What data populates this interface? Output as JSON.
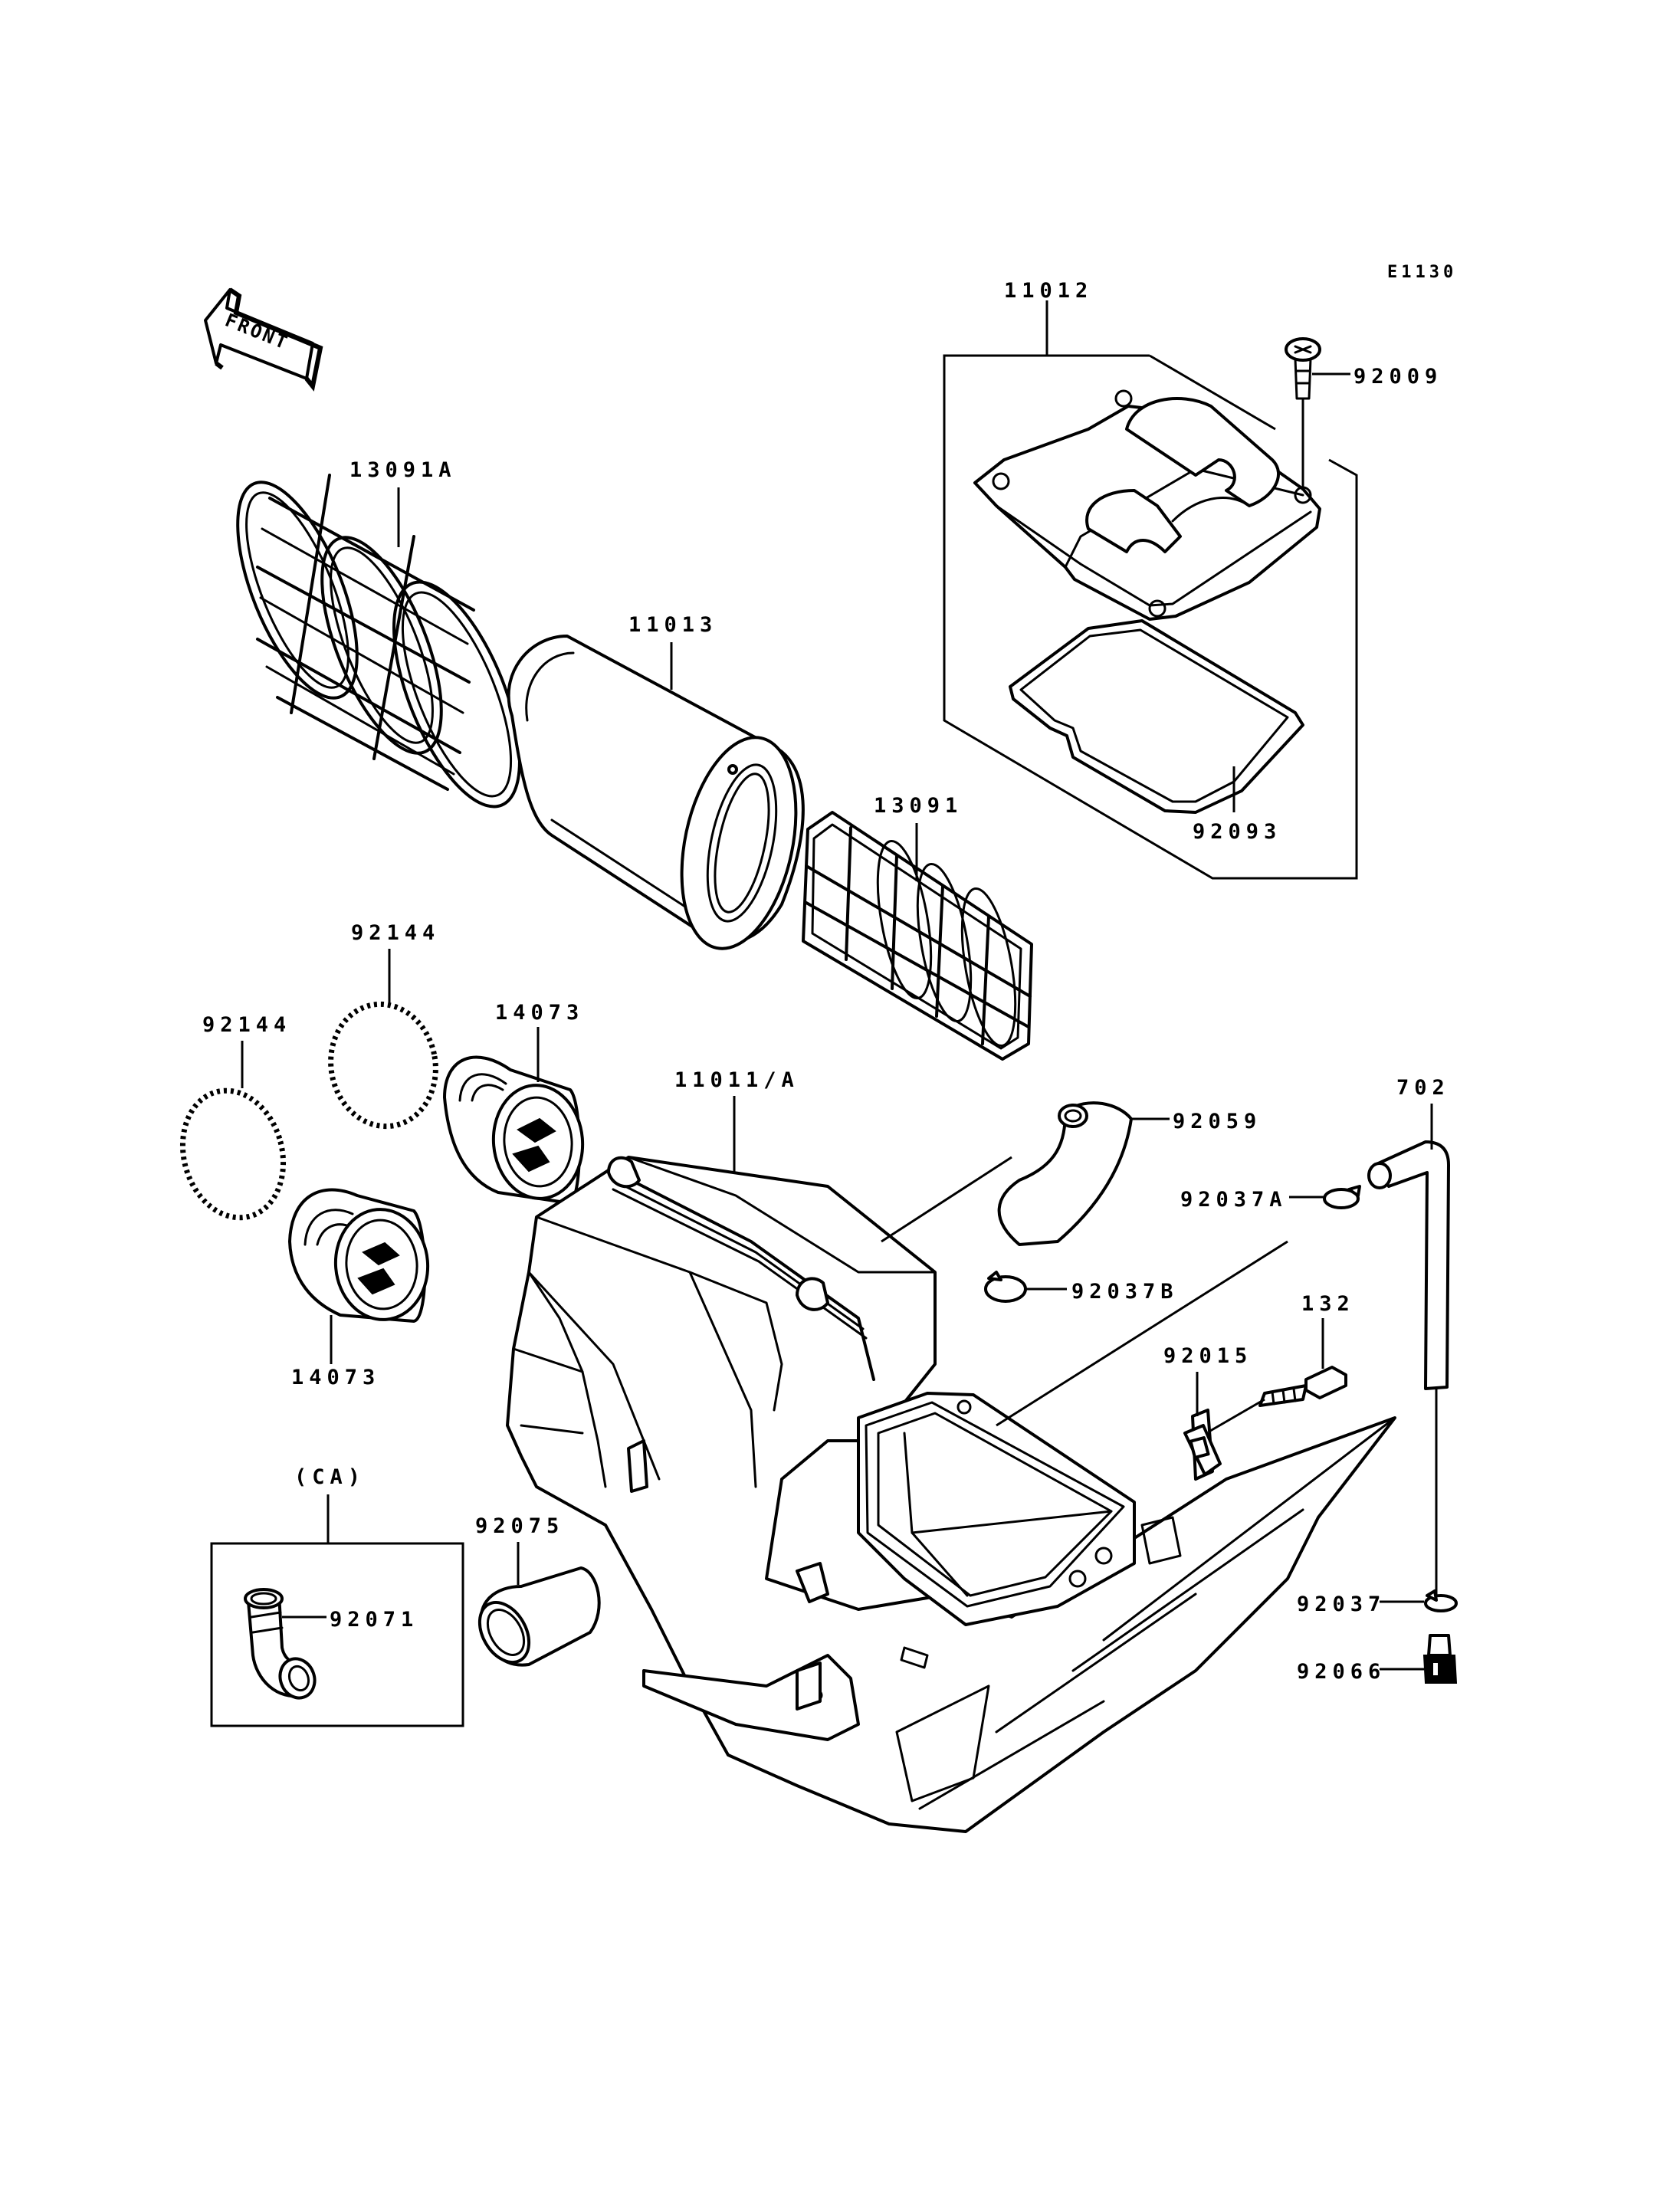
{
  "diagram_code": "E1130",
  "front_arrow_label": "FRONT",
  "callouts": {
    "p11012": "11012",
    "p92009": "92009",
    "p92093": "92093",
    "p13091A": "13091A",
    "p11013": "11013",
    "p13091": "13091",
    "p92144_upper": "92144",
    "p92144_left": "92144",
    "p14073_upper": "14073",
    "p14073_lower": "14073",
    "p11011A": "11011/A",
    "p92059": "92059",
    "p702": "702",
    "p92037A": "92037A",
    "p92037B": "92037B",
    "p132": "132",
    "p92015": "92015",
    "ca_label": "(CA)",
    "p92071": "92071",
    "p92075": "92075",
    "p92037": "92037",
    "p92066": "92066"
  }
}
